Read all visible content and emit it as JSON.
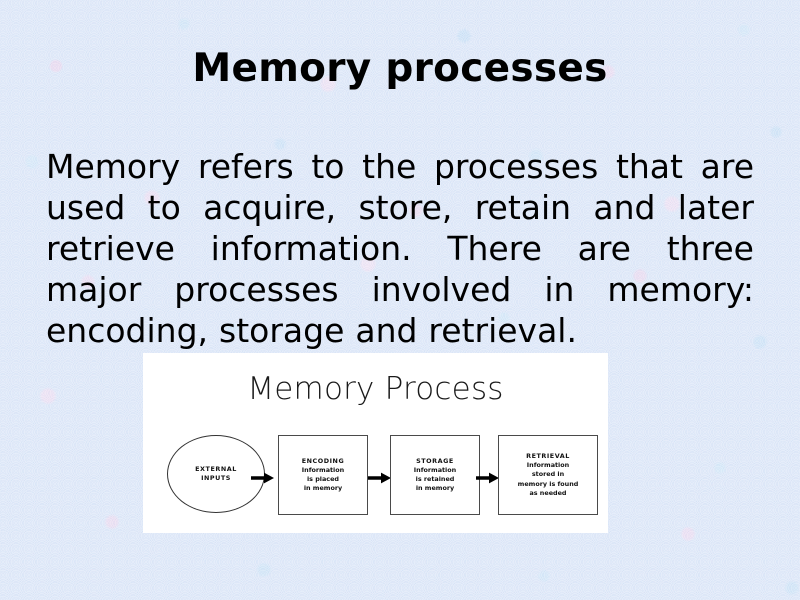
{
  "slide": {
    "title": "Memory processes",
    "body": "Memory refers to the processes that are used to acquire, store, retain and later retrieve information. There are three major processes involved in memory: encoding, storage and retrieval.",
    "background_color": "#d6e4f8",
    "title_color": "#000000",
    "body_color": "#000000"
  },
  "memory_process_image": {
    "heading": "Memory Process",
    "background_color": "#ffffff",
    "nodes": [
      {
        "shape": "ellipse",
        "name": "external-inputs",
        "lines": [
          "EXTERNAL",
          "INPUTS"
        ]
      },
      {
        "shape": "rectangle",
        "name": "encoding",
        "header": "ENCODING",
        "lines": [
          "Information",
          "is placed",
          "in memory"
        ]
      },
      {
        "shape": "rectangle",
        "name": "storage",
        "header": "STORAGE",
        "lines": [
          "Information",
          "is retained",
          "in memory"
        ]
      },
      {
        "shape": "rectangle",
        "name": "retrieval",
        "header": "RETRIEVAL",
        "lines": [
          "Information",
          "stored in",
          "memory is found",
          "as needed"
        ]
      }
    ],
    "arrows": [
      "external-inputs-to-encoding",
      "encoding-to-storage",
      "storage-to-retrieval"
    ]
  }
}
